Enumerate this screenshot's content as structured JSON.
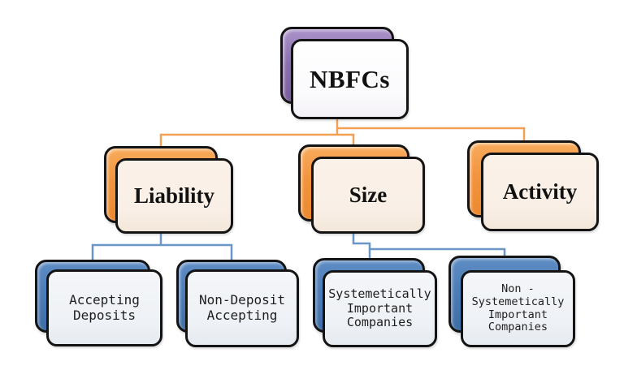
{
  "diagram": {
    "type": "hierarchy-flowchart",
    "root": {
      "label": "NBFCs"
    },
    "categories": [
      {
        "label": "Liability",
        "parent": "NBFCs"
      },
      {
        "label": "Size",
        "parent": "NBFCs"
      },
      {
        "label": "Activity",
        "parent": "NBFCs"
      }
    ],
    "leaves": [
      {
        "label": "Accepting\nDeposits",
        "parent": "Liability"
      },
      {
        "label": "Non-Deposit\nAccepting",
        "parent": "Liability"
      },
      {
        "label": "Systemetically\nImportant\nCompanies",
        "parent": "Size"
      },
      {
        "label": "Non -\nSystemetically\nImportant\nCompanies",
        "parent": "Size"
      }
    ],
    "colors": {
      "root_back": "#8d74b1",
      "category_back": "#f2943e",
      "leaf_back": "#4d7db8",
      "root_front": "#fdfdfd",
      "category_front": "#f9efe6",
      "leaf_front": "#eef1f5",
      "connector_level1": "#f2a054",
      "connector_level2": "#6b96c8",
      "border": "#141414"
    }
  }
}
